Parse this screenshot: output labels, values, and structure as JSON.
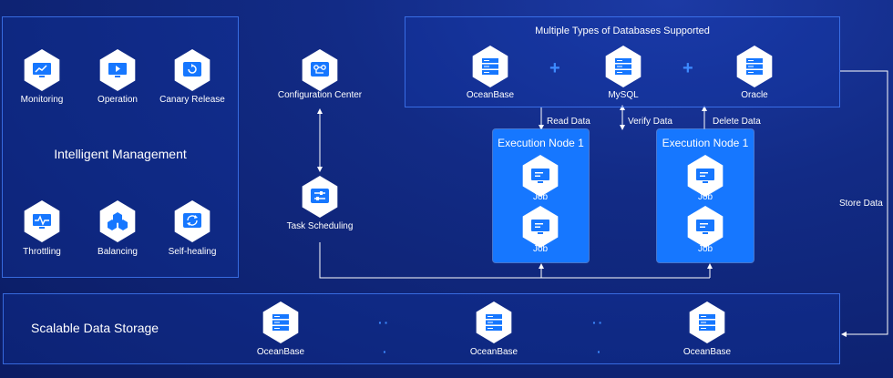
{
  "management": {
    "title": "Intelligent Management",
    "items": [
      {
        "label": "Monitoring",
        "icon": "monitoring-icon"
      },
      {
        "label": "Operation",
        "icon": "operation-icon"
      },
      {
        "label": "Canary Release",
        "icon": "canary-release-icon"
      },
      {
        "label": "Throttling",
        "icon": "throttling-icon"
      },
      {
        "label": "Balancing",
        "icon": "balancing-icon"
      },
      {
        "label": "Self-healing",
        "icon": "self-healing-icon"
      }
    ]
  },
  "config_center": {
    "label": "Configuration Center",
    "icon": "configuration-center-icon"
  },
  "task_scheduling": {
    "label": "Task Scheduling",
    "icon": "task-scheduling-icon"
  },
  "databases": {
    "title": "Multiple Types of Databases Supported",
    "items": [
      {
        "label": "OceanBase",
        "icon": "database-icon"
      },
      {
        "label": "MySQL",
        "icon": "database-icon"
      },
      {
        "label": "Oracle",
        "icon": "database-icon"
      }
    ]
  },
  "connectors": {
    "read": "Read Data",
    "verify": "Verify Data",
    "delete": "Delete Data",
    "store": "Store Data"
  },
  "execution_nodes": [
    {
      "title": "Execution Node 1",
      "jobs": [
        "Job",
        "Job"
      ]
    },
    {
      "title": "Execution Node 1",
      "jobs": [
        "Job",
        "Job"
      ]
    }
  ],
  "storage": {
    "title": "Scalable Data Storage",
    "items": [
      {
        "label": "OceanBase",
        "icon": "database-icon"
      },
      {
        "label": "OceanBase",
        "icon": "database-icon"
      },
      {
        "label": "OceanBase",
        "icon": "database-icon"
      }
    ]
  },
  "colors": {
    "accent": "#1677ff",
    "background": "#0f2478",
    "border": "#4682ff"
  }
}
